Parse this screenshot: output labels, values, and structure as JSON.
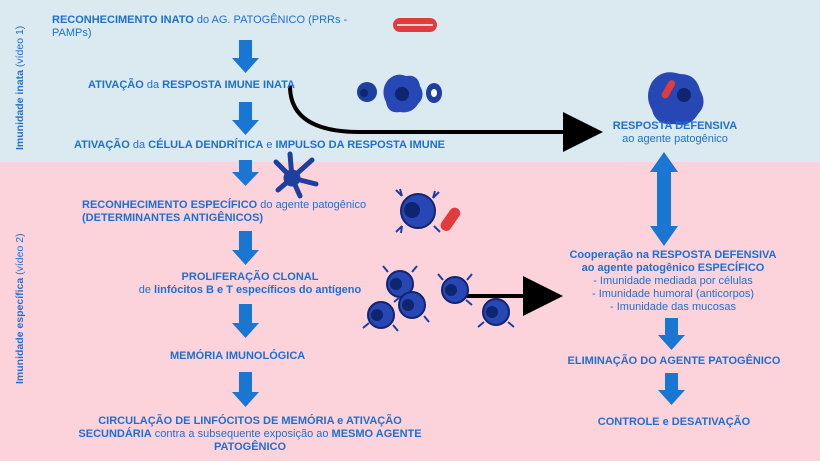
{
  "side_labels": {
    "innate_bold": "Imunidade inata",
    "innate_rest": " (vídeo 1)",
    "specific_bold": "Imunidade específica",
    "specific_rest": " (vídeo 2)"
  },
  "steps": {
    "s1_a": "RECONHECIMENTO INATO",
    "s1_b": " do AG. PATOGÊNICO (PRRs -",
    "s1_c": "PAMPs)",
    "s2_a": "ATIVAÇÃO",
    "s2_b": " da ",
    "s2_c": "RESPOSTA IMUNE INATA",
    "s3_a": "ATIVAÇÃO",
    "s3_b": " da ",
    "s3_c": "CÉLULA DENDRÍTICA",
    "s3_d": " e ",
    "s3_e": "IMPULSO DA RESPOSTA IMUNE",
    "s4_a": "RECONHECIMENTO ESPECÍFICO",
    "s4_b": " do agente patogênico",
    "s4_c": "(DETERMINANTES ANTIGÊNICOS)",
    "s5_a": "PROLIFERAÇÃO CLONAL",
    "s5_b": "de ",
    "s5_c": "linfócitos B e T específicos do antígeno",
    "s6": "MEMÓRIA IMUNOLÓGICA",
    "s7_a": "CIRCULAÇÃO DE LINFÓCITOS DE MEMÓRIA e ATIVAÇÃO",
    "s7_b": "SECUNDÁRIA",
    "s7_c": " contra a subsequente exposição ao ",
    "s7_d": "MESMO AGENTE",
    "s7_e": "PATOGÊNICO"
  },
  "right": {
    "r1_a": "RESPOSTA DEFENSIVA",
    "r1_b": "ao agente patogênico",
    "r2_a": "Cooperação na RESPOSTA DEFENSIVA",
    "r2_b": "ao agente patogênico ESPECÍFICO",
    "r2_c": "- Imunidade mediada por células",
    "r2_d": "- Imunidade humoral (anticorpos)",
    "r2_e": "- Imunidade das mucosas",
    "r3": "ELIMINAÇÃO DO AGENTE PATOGÊNICO",
    "r4": "CONTROLE e DESATIVAÇÃO"
  },
  "colors": {
    "top_band": "#dbeaf0",
    "bottom_band": "#fdd3db",
    "text_blue": "#1f6fd1",
    "arrow_blue": "#1976d2",
    "cell_dark": "#1d3fa0",
    "pathogen_red": "#e03c3c"
  }
}
